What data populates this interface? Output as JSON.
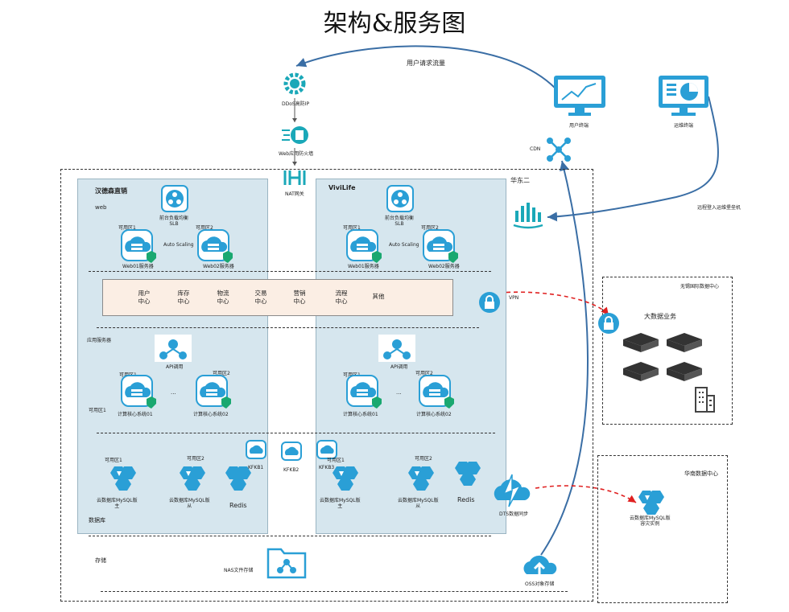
{
  "title": "架构&服务图",
  "top": {
    "flow_label": "用户请求流量",
    "user_terminal": "用户终端",
    "ops_terminal": "运维终端",
    "ddos": "DDoS高防IP",
    "waf": "Web应用防火墙",
    "nat": "NAT网关",
    "cdn": "CDN",
    "remote_login": "远程登入运维堡垒机"
  },
  "region": {
    "label": "华东二",
    "storage_label": "存储",
    "nas_label": "NAS文件存储",
    "vpn_label": "VPN",
    "dts_label": "DTS数据同步",
    "oss_label": "OSS对象存储"
  },
  "middle_band": {
    "items": [
      "用户\n中心",
      "库存\n中心",
      "物流\n中心",
      "交易\n中心",
      "营销\n中心",
      "流程\n中心",
      "其他"
    ]
  },
  "left_panel": {
    "title": "汉德森直销",
    "web_label": "web",
    "slb_label": "前台负载均衡\nSLB",
    "zone1": "可用区1",
    "zone2": "可用区2",
    "autoscaling": "Auto Scaling",
    "web_server1": "Web01服务器",
    "web_server2": "Web02服务器",
    "app_label": "应用服务器",
    "api_label": "API调用",
    "app_zone1": "可用区1",
    "app_zone2": "可用区2",
    "app_zone_side": "可用区1",
    "calc1": "计算核心系统01",
    "calc2": "计算核心系统02",
    "ellipsis": "...",
    "db_zone1": "可用区1",
    "db_zone2": "可用区2",
    "db_master": "云数据库MySQL版\n主",
    "db_slave": "云数据库MySQL版\n从",
    "redis": "Redis",
    "db_label": "数据库"
  },
  "right_panel": {
    "title": "ViviLife",
    "slb_label": "前台负载均衡\nSLB",
    "zone1": "可用区1",
    "zone2": "可用区2",
    "autoscaling": "Auto Scaling",
    "web_server1": "Web01服务器",
    "web_server2": "Web02服务器",
    "api_label": "API调用",
    "app_zone1": "可用区1",
    "app_zone2": "可用区2",
    "calc1": "计算核心系统01",
    "calc2": "计算核心系统02",
    "ellipsis": "...",
    "db_zone1": "可用区1",
    "db_zone2": "可用区2",
    "db_master": "云数据库MySQL版\n主",
    "db_slave": "云数据库MySQL版\n从",
    "redis": "Redis"
  },
  "kafka": {
    "k1": "KFKB1",
    "k2": "KFKB2",
    "k3": "KFKB3"
  },
  "wuxi": {
    "label": "无锡国际数据中心",
    "bigdata": "大数据业务"
  },
  "south": {
    "label": "华南数据中心",
    "instance": "云数据库MySQL版\n容灾实例"
  },
  "colors": {
    "accent": "#2a9fd6",
    "panel": "#d6e6ee",
    "band": "#fbeee4",
    "danger": "#e02020"
  }
}
